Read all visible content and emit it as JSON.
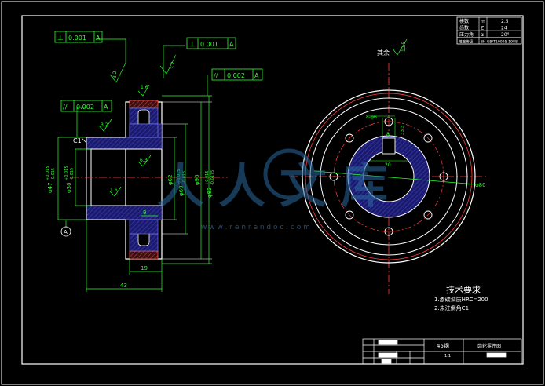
{
  "params_table": {
    "rows": [
      {
        "name": "模数",
        "sym": "m",
        "val": "2.5"
      },
      {
        "name": "齿数",
        "sym": "Z",
        "val": "24"
      },
      {
        "name": "压力角",
        "sym": "α",
        "val": "20°"
      },
      {
        "name": "精度等级",
        "sym": "",
        "val": "8H GB/T10095-1988"
      }
    ]
  },
  "tolerances": {
    "perp_top_left": {
      "symbol": "⊥",
      "value": "0.001",
      "datum": "A"
    },
    "perp_top_mid": {
      "symbol": "⊥",
      "value": "0.001",
      "datum": "A"
    },
    "parallel_right": {
      "symbol": "//",
      "value": "0.002",
      "datum": "A"
    },
    "parallel_left": {
      "symbol": "//",
      "value": "0.002",
      "datum": "A"
    }
  },
  "roughness": {
    "r1": "3.2",
    "r2": "3.2",
    "r3": "1.6",
    "r4": "3.2",
    "r5": "6.3",
    "r6": "1.6",
    "rest_label": "其余",
    "rest_value": "12.5"
  },
  "dimensions": {
    "chamfer": "C1",
    "d47": "φ47",
    "d47_tol_u": "+0.015",
    "d47_tol_l": "-0.015",
    "d30": "φ30",
    "d30_tol_u": "+0.015",
    "d30_tol_l": "-0.015",
    "d62": "φ62",
    "d69": "φ69",
    "d69_tol_u": "+0.015",
    "d69_tol_l": "-0.015",
    "d90": "φ90",
    "d92": "φ92",
    "d92_tol_u": "+0.015",
    "d92_tol_l": "-0.0175",
    "w9": "9",
    "w19": "19",
    "w43": "43",
    "datum": "A",
    "hole_label": "8-φ6",
    "key_width": "8",
    "key_depth": "33.3",
    "key_num": "20",
    "d80": "φ80"
  },
  "tech_req": {
    "title": "技术要求",
    "lines": [
      "1.渗碳调质HRC=200",
      "2.未注倒角C1"
    ]
  },
  "title_block": {
    "material": "45钢",
    "name": "齿轮零件图",
    "scale": "1:1"
  },
  "watermark": {
    "text": "人人文库",
    "url": "w w w . r e n r e n d o c . c o m"
  }
}
